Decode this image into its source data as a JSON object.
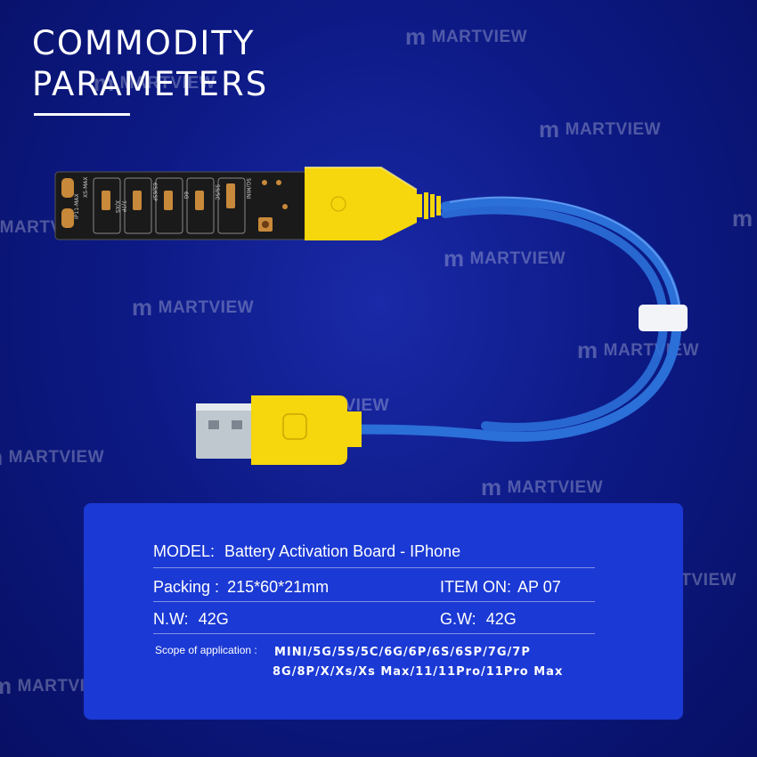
{
  "header": {
    "line1": "COMMODITY",
    "line2": "PARAMETERS"
  },
  "watermark": {
    "text": "MARTVIEW",
    "logo": "m"
  },
  "device": {
    "board_labels": [
      "IP11-MAX",
      "XS-MAX",
      "X/XS",
      "7/7P",
      "6S/6SP",
      "6G",
      "5S/5C",
      "5G/MINI"
    ],
    "colors": {
      "connector": "#f6d60c",
      "cable": "#2b6fd8",
      "board": "#1a1a1a",
      "usb_metal": "#bfc7cf"
    }
  },
  "specs": {
    "model_label": "MODEL:",
    "model_value": "Battery Activation Board - IPhone",
    "packing_label": "Packing :",
    "packing_value": "215*60*21mm",
    "item_label": "ITEM ON:",
    "item_value": "AP 07",
    "nw_label": "N.W:",
    "nw_value": "42G",
    "gw_label": "G.W:",
    "gw_value": "42G",
    "scope_label": "Scope of application :",
    "scope_line1": "MINI/5G/5S/5C/6G/6P/6S/6SP/7G/7P",
    "scope_line2": "8G/8P/X/Xs/Xs Max/11/11Pro/11Pro Max"
  },
  "colors": {
    "background": "#0d1a86",
    "panel": "#1b39d4"
  }
}
